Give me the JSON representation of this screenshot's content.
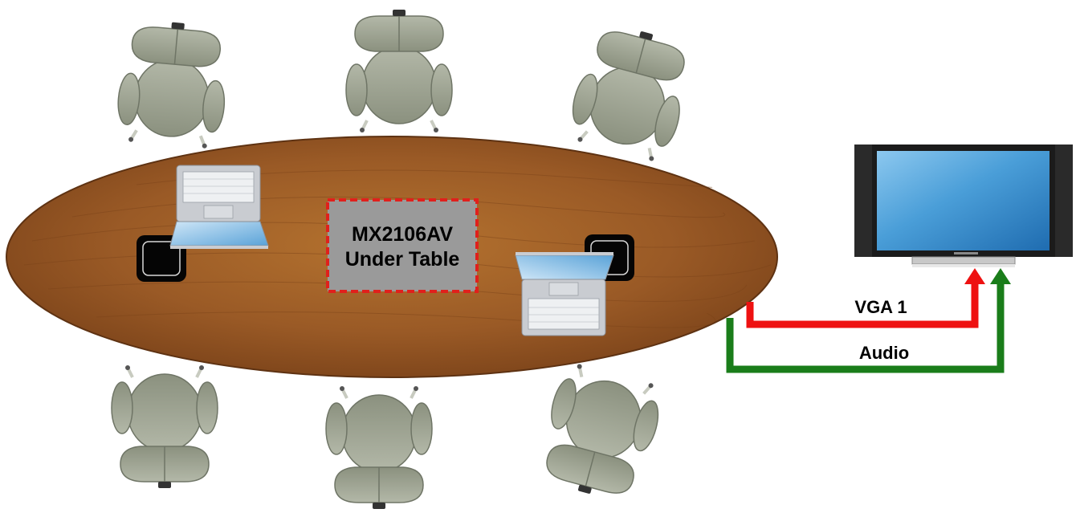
{
  "device": {
    "line1": "MX2106AV",
    "line2": "Under Table",
    "box_fill": "#9a9a9a",
    "box_border": "#e0201c"
  },
  "cables": {
    "vga": {
      "label": "VGA 1",
      "color": "#ee1111"
    },
    "audio": {
      "label": "Audio",
      "color": "#1a7d1a"
    }
  },
  "colors": {
    "table_wood": "#9a5a26",
    "chair": "#9aa08f",
    "screen": "#3f9ad6",
    "tv_bezel": "#1b1b1b"
  },
  "icons": [
    "office-chair-icon",
    "laptop-icon",
    "table-port-icon",
    "flat-screen-tv-icon"
  ]
}
